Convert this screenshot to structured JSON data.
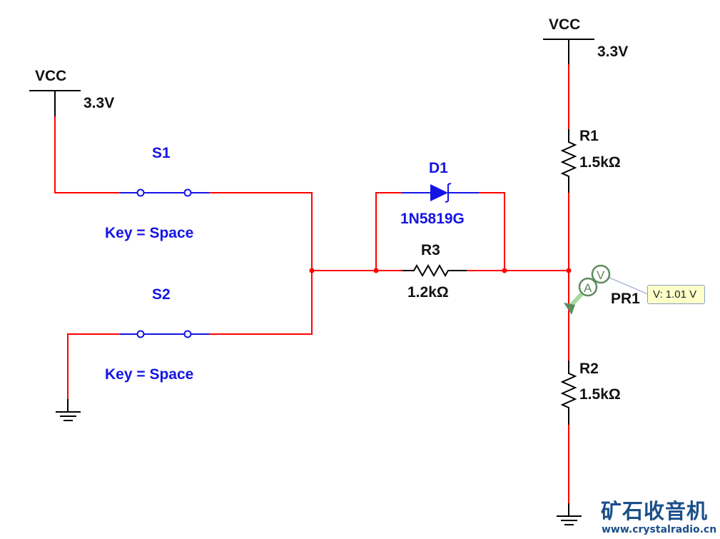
{
  "schematic": {
    "vcc_left": {
      "name": "VCC",
      "voltage": "3.3V"
    },
    "vcc_right": {
      "name": "VCC",
      "voltage": "3.3V"
    },
    "s1": {
      "ref": "S1",
      "key": "Key = Space"
    },
    "s2": {
      "ref": "S2",
      "key": "Key = Space"
    },
    "d1": {
      "ref": "D1",
      "part": "1N5819G"
    },
    "r3": {
      "ref": "R3",
      "value": "1.2kΩ"
    },
    "r1": {
      "ref": "R1",
      "value": "1.5kΩ"
    },
    "r2": {
      "ref": "R2",
      "value": "1.5kΩ"
    },
    "probe": {
      "ref": "PR1",
      "a_label": "A",
      "v_label": "V",
      "reading": "V: 1.01 V"
    }
  },
  "colors": {
    "wire": "#ff0000",
    "component": "#000000",
    "switch": "#1414e6",
    "probe": "#5e8a5e",
    "tooltip_bg": "#ffffc8"
  },
  "watermark": {
    "title": "矿石收音机",
    "url": "www.crystalradio.cn"
  }
}
